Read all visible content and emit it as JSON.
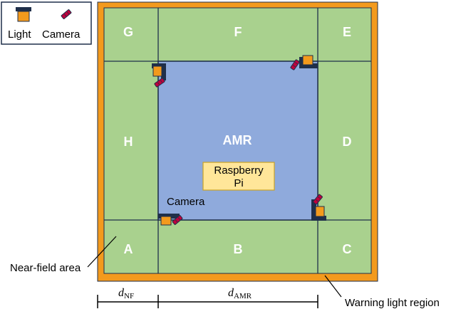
{
  "legend": {
    "light_label": "Light",
    "camera_label": "Camera"
  },
  "zones": {
    "a": "A",
    "b": "B",
    "c": "C",
    "d": "D",
    "e": "E",
    "f": "F",
    "g": "G",
    "h": "H"
  },
  "amr": {
    "label": "AMR",
    "raspberry_pi_line1": "Raspberry",
    "raspberry_pi_line2": "Pi"
  },
  "annotations": {
    "camera": "Camera",
    "near_field_area": "Near-field area",
    "warning_light_region": "Warning light region"
  },
  "dimensions": {
    "d_nf": {
      "symbol": "d",
      "subscript": "NF"
    },
    "d_amr": {
      "symbol": "d",
      "subscript": "AMR"
    }
  },
  "colors": {
    "green_zone": "#a9d18e",
    "amr_blue": "#8faadc",
    "border_orange": "#f39a1d",
    "pi_box": "#ffe699",
    "pi_border": "#c9a227",
    "camera_red": "#c0003c",
    "line_dark": "#1f2f4a"
  },
  "icons": {
    "light": "light-icon",
    "camera": "camera-icon"
  }
}
